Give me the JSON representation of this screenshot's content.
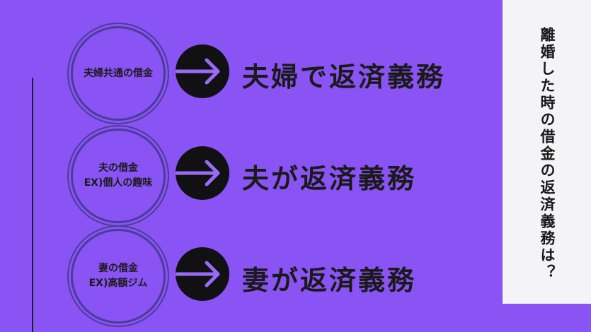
{
  "side_title": "離婚した時の借金の返済義務は？",
  "rows": [
    {
      "circle_lines": [
        "夫婦共通の借金"
      ],
      "result": "夫婦で返済義務"
    },
    {
      "circle_lines": [
        "夫の借金",
        "EX)個人の趣味"
      ],
      "result": "夫が返済義務"
    },
    {
      "circle_lines": [
        "妻の借金",
        "EX)高額ジム"
      ],
      "result": "妻が返済義務"
    }
  ],
  "colors": {
    "background": "#8a53f4",
    "panel": "#f4f3f6",
    "text": "#1a1a1a",
    "arrow_disc": "#111114",
    "arrow_stroke": "#9a6bf7",
    "circle_ring": "#4a3d9a"
  },
  "icons": {
    "arrow": "arrow-right-icon"
  }
}
